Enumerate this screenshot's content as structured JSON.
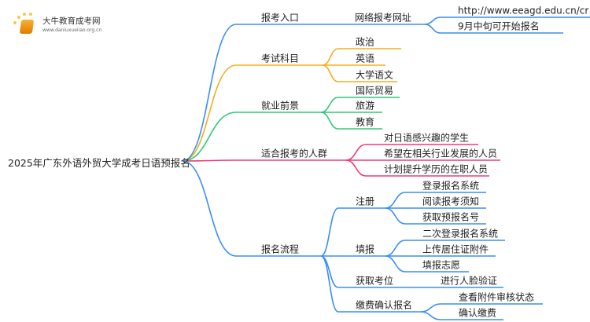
{
  "logo": {
    "title": "大牛教育成考网",
    "url": "www.daniuxueiiao.org.cn"
  },
  "root": "2025年广东外语外贸大学成考日语预报名",
  "colors": {
    "blue": "#3a8ef6",
    "orange": "#f6ad1c",
    "green": "#31c877",
    "pink": "#ef3a7a"
  },
  "branches": [
    {
      "label": "报考入口",
      "color": "blue",
      "children": [
        {
          "label": "网络报考网址",
          "children": [
            {
              "label": "http://www.eeagd.edu.cn/cr"
            },
            {
              "label": "9月中旬可开始报名"
            }
          ]
        }
      ]
    },
    {
      "label": "考试科目",
      "color": "orange",
      "children": [
        {
          "label": "政治"
        },
        {
          "label": "英语"
        },
        {
          "label": "大学语文"
        }
      ]
    },
    {
      "label": "就业前景",
      "color": "green",
      "children": [
        {
          "label": "国际贸易"
        },
        {
          "label": "旅游"
        },
        {
          "label": "教育"
        }
      ]
    },
    {
      "label": "适合报考的人群",
      "color": "pink",
      "children": [
        {
          "label": "对日语感兴趣的学生"
        },
        {
          "label": "希望在相关行业发展的人员"
        },
        {
          "label": "计划提升学历的在职人员"
        }
      ]
    },
    {
      "label": "报名流程",
      "color": "blue",
      "children": [
        {
          "label": "注册",
          "children": [
            {
              "label": "登录报名系统"
            },
            {
              "label": "阅读报考须知"
            },
            {
              "label": "获取预报名号"
            }
          ]
        },
        {
          "label": "填报",
          "children": [
            {
              "label": "二次登录报名系统"
            },
            {
              "label": "上传居住证附件"
            },
            {
              "label": "填报志愿"
            }
          ]
        },
        {
          "label": "获取考位",
          "children": [
            {
              "label": "进行人脸验证"
            }
          ]
        },
        {
          "label": "缴费确认报名",
          "children": [
            {
              "label": "查看附件审核状态"
            },
            {
              "label": "确认缴费"
            }
          ]
        }
      ]
    }
  ]
}
